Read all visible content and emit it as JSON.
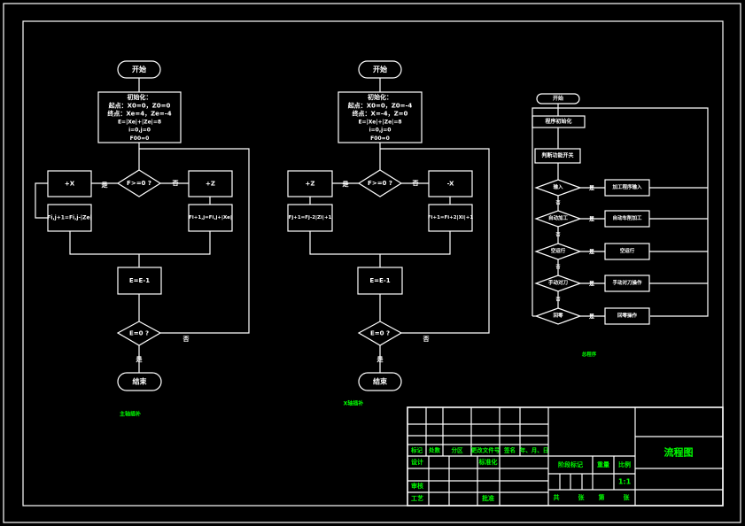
{
  "diagram_title": "流程图",
  "flow1": {
    "caption": "主轴插补",
    "start": "开始",
    "init_lines": [
      "初始化：",
      "起点：X0=0，Z0=0",
      "终点：Xe=4，Ze=-4",
      "E=|Xe|+|Ze|=8",
      "i=0,j=0",
      "F00=0"
    ],
    "decision1": "F>=0 ?",
    "yes": "是",
    "no": "否",
    "left_step": "+X",
    "right_step": "+Z",
    "left_update": "Fi,j+1=Fi,j-|Ze|",
    "right_update": "Fi+1,j=Fi,j+|Xe|",
    "counter": "E=E-1",
    "decision2": "E=0 ?",
    "end": "结束"
  },
  "flow2": {
    "caption": "X轴插补",
    "start": "开始",
    "init_lines": [
      "初始化：",
      "起点：X0=0，Z0=-4",
      "终点：X=-4，Z=0",
      "E=|Xe|+|Ze|=8",
      "i=0,j=0",
      "F00=0"
    ],
    "decision1": "F>=0 ?",
    "yes": "是",
    "no": "否",
    "left_step": "+Z",
    "right_step": "-X",
    "left_update": "Fj+1=Fj-2|Zi|+1",
    "right_update": "Fi+1=Fi+2|Xi|+1",
    "counter": "E=E-1",
    "decision2": "E=0 ?",
    "end": "结束"
  },
  "flow3": {
    "caption": "总程序",
    "start": "开始",
    "step1": "程序初始化",
    "step2": "判断功能开关",
    "yes": "是",
    "rows": [
      {
        "decision": "输入",
        "action": "加工程序输入"
      },
      {
        "decision": "自动加工",
        "action": "自动车削加工"
      },
      {
        "decision": "空运行",
        "action": "空运行"
      },
      {
        "decision": "手动对刀",
        "action": "手动对刀操作"
      },
      {
        "decision": "回零",
        "action": "回零操作"
      }
    ],
    "no": "否"
  },
  "title_block": {
    "header_row": [
      "标记",
      "处数",
      "分区",
      "更改文件号",
      "签名",
      "年、月、日"
    ],
    "design": "设计",
    "standardize": "标准化",
    "review": "审核",
    "process": "工艺",
    "approve": "批准",
    "stage_mark": "阶段标记",
    "weight": "重量",
    "scale_label": "比例",
    "scale_value": "1:1",
    "sheets_total": "共",
    "sheets_unit1": "张",
    "sheet_no": "第",
    "sheets_unit2": "张"
  }
}
